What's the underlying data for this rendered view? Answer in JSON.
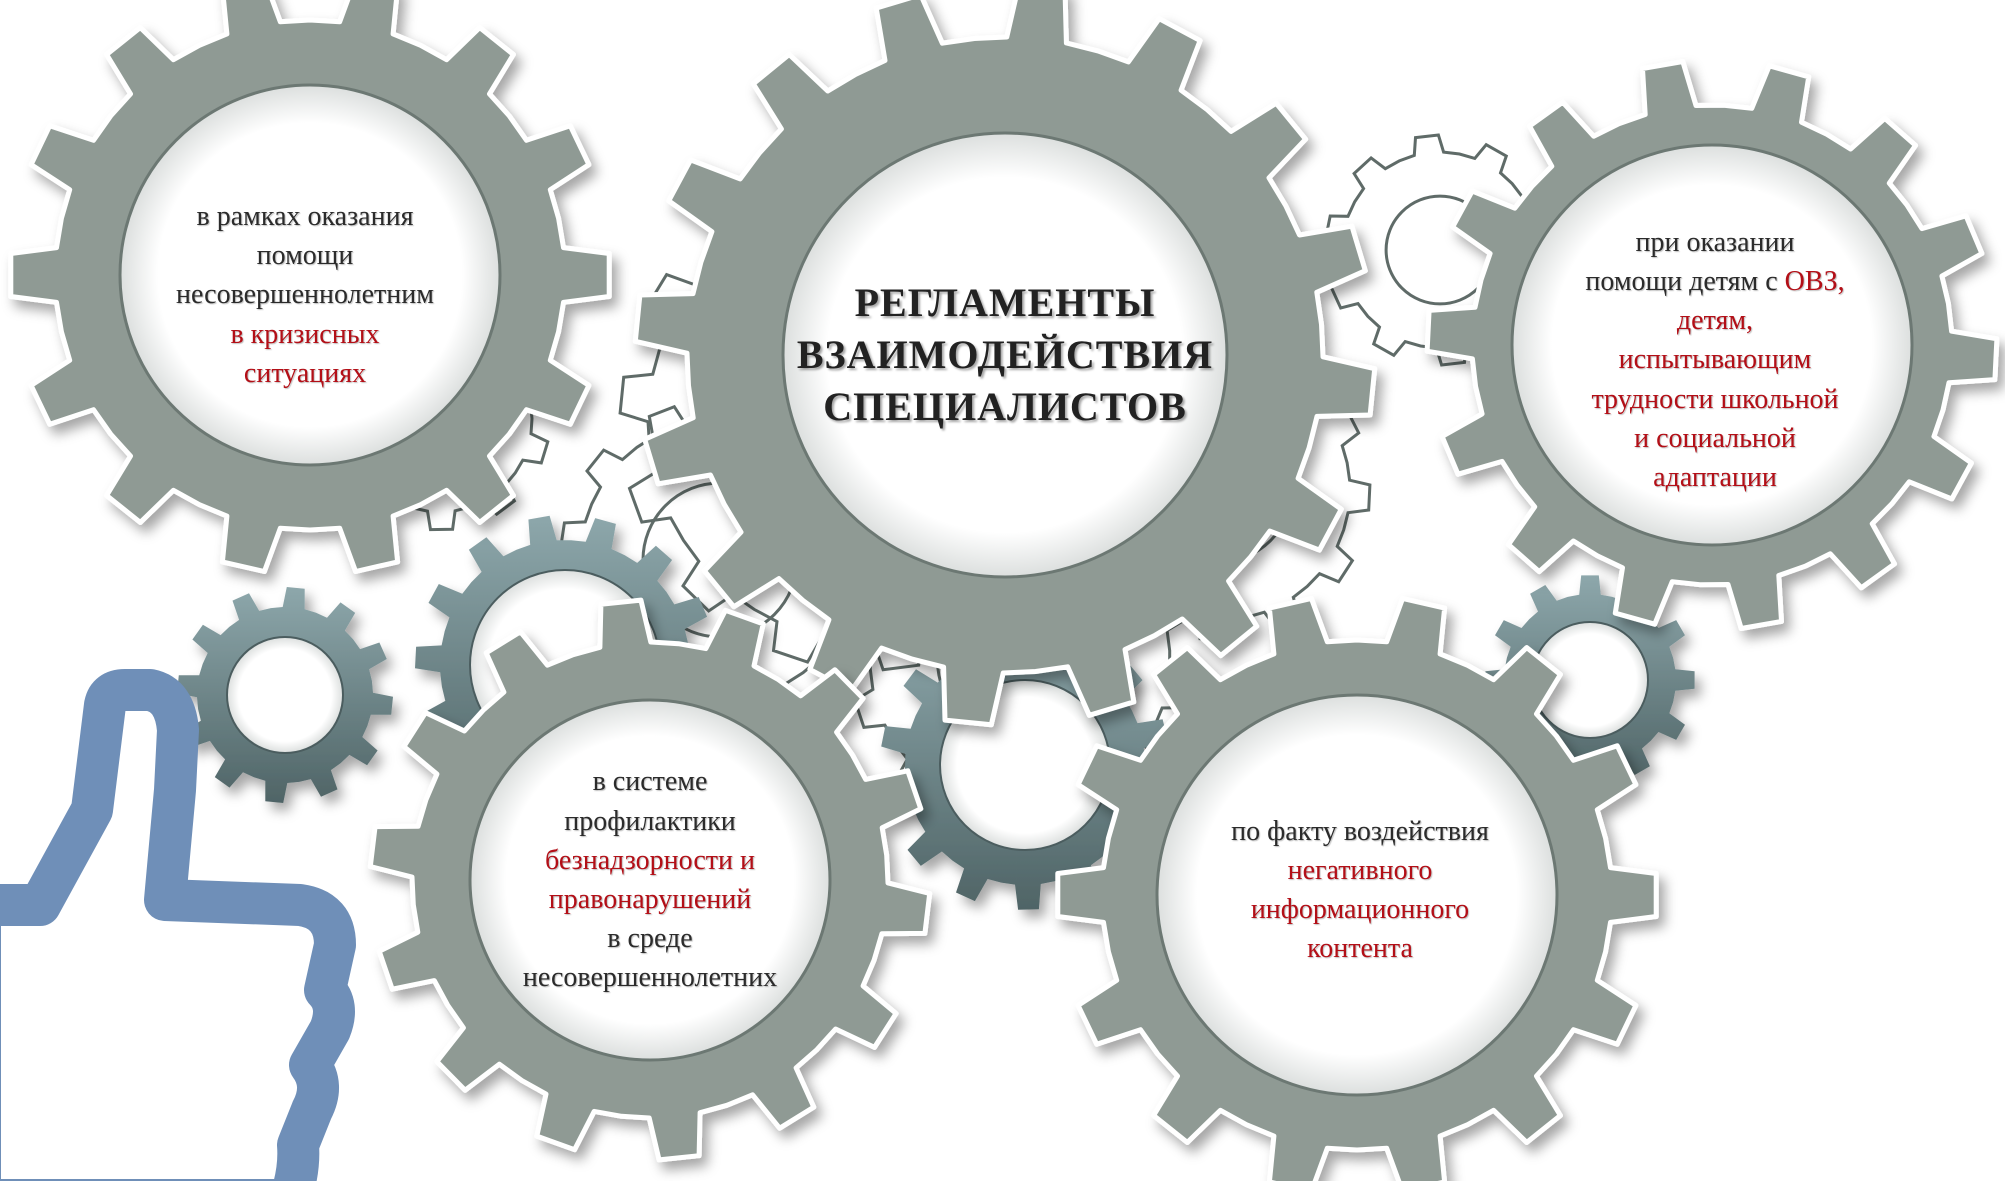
{
  "colors": {
    "gear": "#8f9a94",
    "gear_dark": "#5e7272",
    "gear_teal": "#7b9096",
    "outline": "#5f6b68",
    "highlight": "#ffffff",
    "accent_red": "#b30f17",
    "thumb": "#6f8fb8"
  },
  "center": {
    "lines": [
      "РЕГЛАМЕНТЫ",
      "ВЗАИМОДЕЙСТВИЯ",
      "СПЕЦИАЛИСТОВ"
    ]
  },
  "gears": {
    "top_left": {
      "line1": "в рамках оказания",
      "line2": "помощи",
      "line3": "несовершеннолетним",
      "line4": "в кризисных",
      "line5": "ситуациях"
    },
    "top_right": {
      "line1": "при оказании",
      "line2_a": "помощи детям с ",
      "line2_b": "ОВЗ,",
      "line3": "детям,",
      "line4": "испытывающим",
      "line5": "трудности школьной",
      "line6": "и социальной",
      "line7": "адаптации"
    },
    "bottom_left": {
      "line1": "в системе",
      "line2": "профилактики",
      "line3": "безнадзорности и",
      "line4": "правонарушений",
      "line5": "в среде",
      "line6": "несовершеннолетних"
    },
    "bottom_right": {
      "line1": "по факту воздействия",
      "line2": "негативного",
      "line3": "информационного",
      "line4": "контента"
    }
  },
  "icons": {
    "thumb": "thumbs-up-icon"
  }
}
